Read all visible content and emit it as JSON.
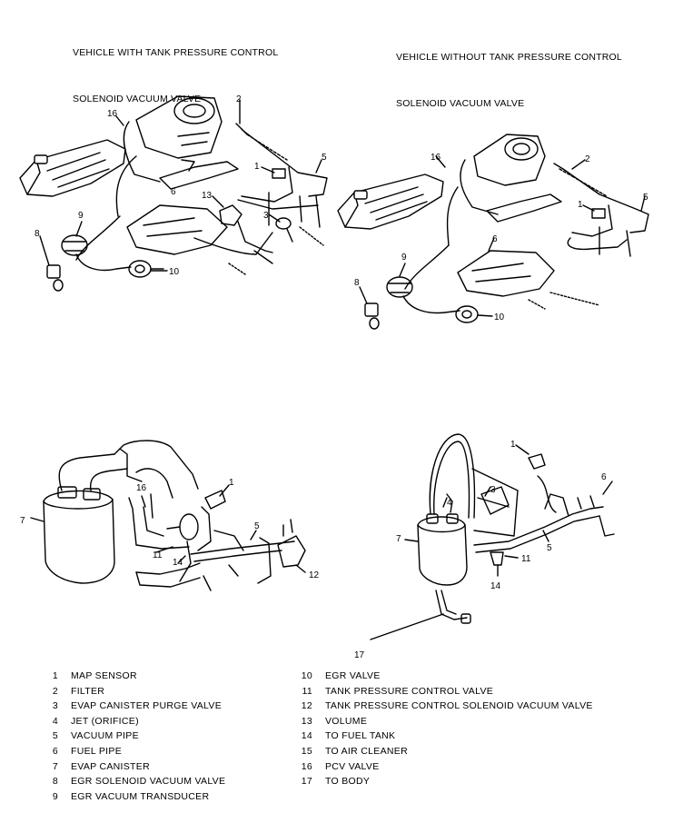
{
  "titles": {
    "left_line1": "VEHICLE WITH TANK PRESSURE CONTROL",
    "left_line2": "SOLENOID VACUUM VALVE",
    "right_line1": "VEHICLE WITHOUT TANK PRESSURE CONTROL",
    "right_line2": "SOLENOID VACUUM VALVE"
  },
  "callouts": {
    "c1": "1",
    "c2": "2",
    "c3": "3",
    "c4": "4",
    "c5": "5",
    "c6": "6",
    "c7": "7",
    "c8": "8",
    "c9": "9",
    "c10": "10",
    "c11": "11",
    "c12": "12",
    "c13": "13",
    "c14": "14",
    "c16": "16",
    "c17": "17"
  },
  "legend_left": [
    {
      "num": "1",
      "label": "MAP SENSOR"
    },
    {
      "num": "2",
      "label": "FILTER"
    },
    {
      "num": "3",
      "label": "EVAP CANISTER PURGE VALVE"
    },
    {
      "num": "4",
      "label": "JET (ORIFICE)"
    },
    {
      "num": "5",
      "label": "VACUUM PIPE"
    },
    {
      "num": "6",
      "label": "FUEL PIPE"
    },
    {
      "num": "7",
      "label": "EVAP CANISTER"
    },
    {
      "num": "8",
      "label": "EGR SOLENOID VACUUM VALVE"
    },
    {
      "num": "9",
      "label": "EGR VACUUM TRANSDUCER"
    }
  ],
  "legend_right": [
    {
      "num": "10",
      "label": "EGR VALVE"
    },
    {
      "num": "11",
      "label": "TANK PRESSURE CONTROL VALVE"
    },
    {
      "num": "12",
      "label": "TANK PRESSURE CONTROL SOLENOID VACUUM VALVE"
    },
    {
      "num": "13",
      "label": "VOLUME"
    },
    {
      "num": "14",
      "label": "TO FUEL TANK"
    },
    {
      "num": "15",
      "label": "TO AIR CLEANER"
    },
    {
      "num": "16",
      "label": "PCV VALVE"
    },
    {
      "num": "17",
      "label": "TO BODY"
    }
  ]
}
